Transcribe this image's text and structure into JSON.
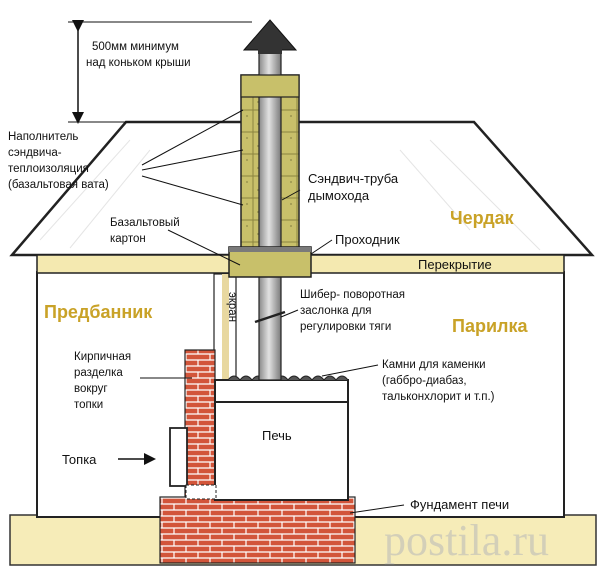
{
  "labels": {
    "height_min_line1": "500мм минимум",
    "height_min_line2": "над коньком крыши",
    "filler_line1": "Наполнитель",
    "filler_line2": "сэндвича-",
    "filler_line3": "теплоизоляция",
    "filler_line4": "(базальтовая вата)",
    "basalt_line1": "Базальтовый",
    "basalt_line2": "картон",
    "sandwich_line1": "Сэндвич-труба",
    "sandwich_line2": "дымохода",
    "passthrough": "Проходник",
    "ceiling": "Перекрытие",
    "damper_line1": "Шибер- поворотная",
    "damper_line2": "заслонка для",
    "damper_line3": "регулировки тяги",
    "screen": "экран",
    "brick_line1": "Кирпичная",
    "brick_line2": "разделка",
    "brick_line3": "вокруг",
    "brick_line4": "топки",
    "stones_line1": "Камни для каменки",
    "stones_line2": "(габбро-диабаз,",
    "stones_line3": "тальконхлорит и т.п.)",
    "stove": "Печь",
    "firebox": "Топка",
    "foundation": "Фундамент печи"
  },
  "zones": {
    "attic": "Чердак",
    "anteroom": "Предбанник",
    "steam_room": "Парилка"
  },
  "watermark": "postila.ru",
  "colors": {
    "zone_text": "#c9a227",
    "insulation": "#c8c06a",
    "brick": "#d2553a",
    "ceiling": "#f4e9b0",
    "ground": "#f6ecb8",
    "pipe": "#bdbdbd",
    "roof": "#ffffff"
  }
}
